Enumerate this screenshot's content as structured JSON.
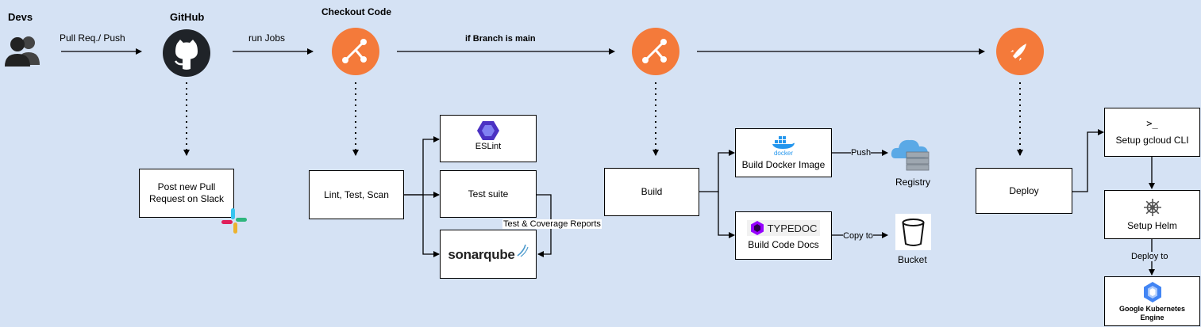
{
  "nodes": {
    "devs": "Devs",
    "github": "GitHub",
    "checkout": "Checkout Code",
    "slack_post": "Post new Pull Request on Slack",
    "lint": "Lint, Test, Scan",
    "eslint": "ESLint",
    "test_suite": "Test suite",
    "sonarqube": "sonarqube",
    "build": "Build",
    "docker_word": "docker",
    "build_docker": "Build Docker Image",
    "registry": "Registry",
    "typedoc": "TYPEDOC",
    "build_docs": "Build Code Docs",
    "bucket": "Bucket",
    "deploy": "Deploy",
    "gcloud": "Setup gcloud CLI",
    "helm": "Setup Helm",
    "gke": "Google Kubernetes Engine"
  },
  "edges": {
    "pull_push": "Pull Req./ Push",
    "run_jobs": "run Jobs",
    "if_main": "if Branch is main",
    "test_coverage": "Test & Coverage Reports",
    "push": "Push",
    "copy_to": "Copy to",
    "deploy_to": "Deploy to"
  },
  "colors": {
    "background": "#d5e2f4",
    "accent_orange": "#f47a3a",
    "github_dark": "#1f2328",
    "eslint_purple": "#4b32c3",
    "typedoc_purple": "#9600ff",
    "docker_blue": "#2496ed",
    "gke_blue": "#4285f4"
  },
  "icons": [
    "users-icon",
    "github-icon",
    "git-branch-icon",
    "rocket-icon",
    "slack-icon",
    "eslint-icon",
    "docker-icon",
    "cloud-registry-icon",
    "typedoc-icon",
    "bucket-icon",
    "terminal-icon",
    "helm-icon",
    "gke-icon"
  ]
}
